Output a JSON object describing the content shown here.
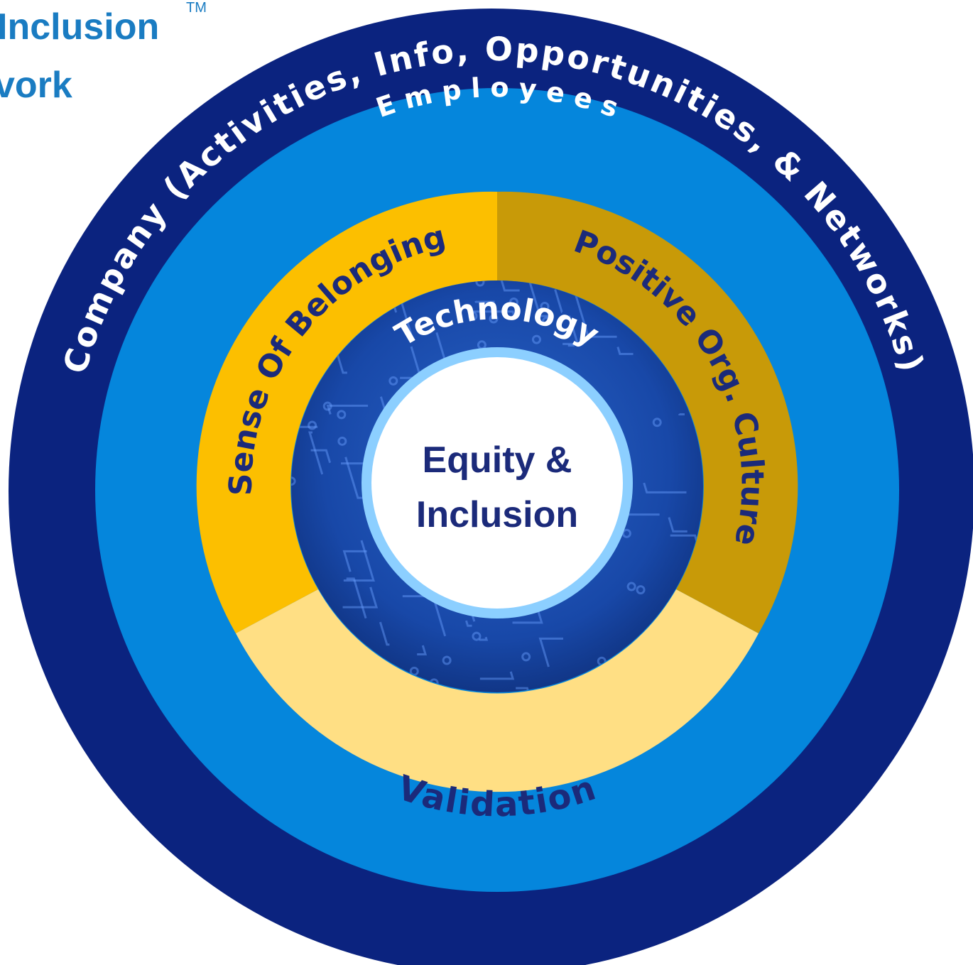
{
  "title": {
    "line1": "Inclusion",
    "line2": "vork",
    "trademark": "TM"
  },
  "rings": {
    "company": "Company (Activities, Info, Opportunities, & Networks)",
    "employees": "E m p l o y e e s",
    "sense_of_belonging": "Sense Of Belonging",
    "positive_org_culture": "Positive Org. Culture",
    "validation": "Validation",
    "technology": "Technology",
    "core_line1": "Equity &",
    "core_line2": "Inclusion"
  },
  "colors": {
    "company_ring": "#0b237f",
    "employees_ring": "#0586dc",
    "belonging_segment": "#fcbf00",
    "culture_segment": "#c89a08",
    "validation_segment": "#ffdf84",
    "technology_ring": "#1848a8",
    "core_border": "#8ccfff",
    "core_fill": "#ffffff",
    "dark_text": "#1b2a7a",
    "light_text": "#ffffff",
    "title_text": "#1a7cc2"
  },
  "icons": {
    "technology_background": "circuit-board-pattern"
  }
}
